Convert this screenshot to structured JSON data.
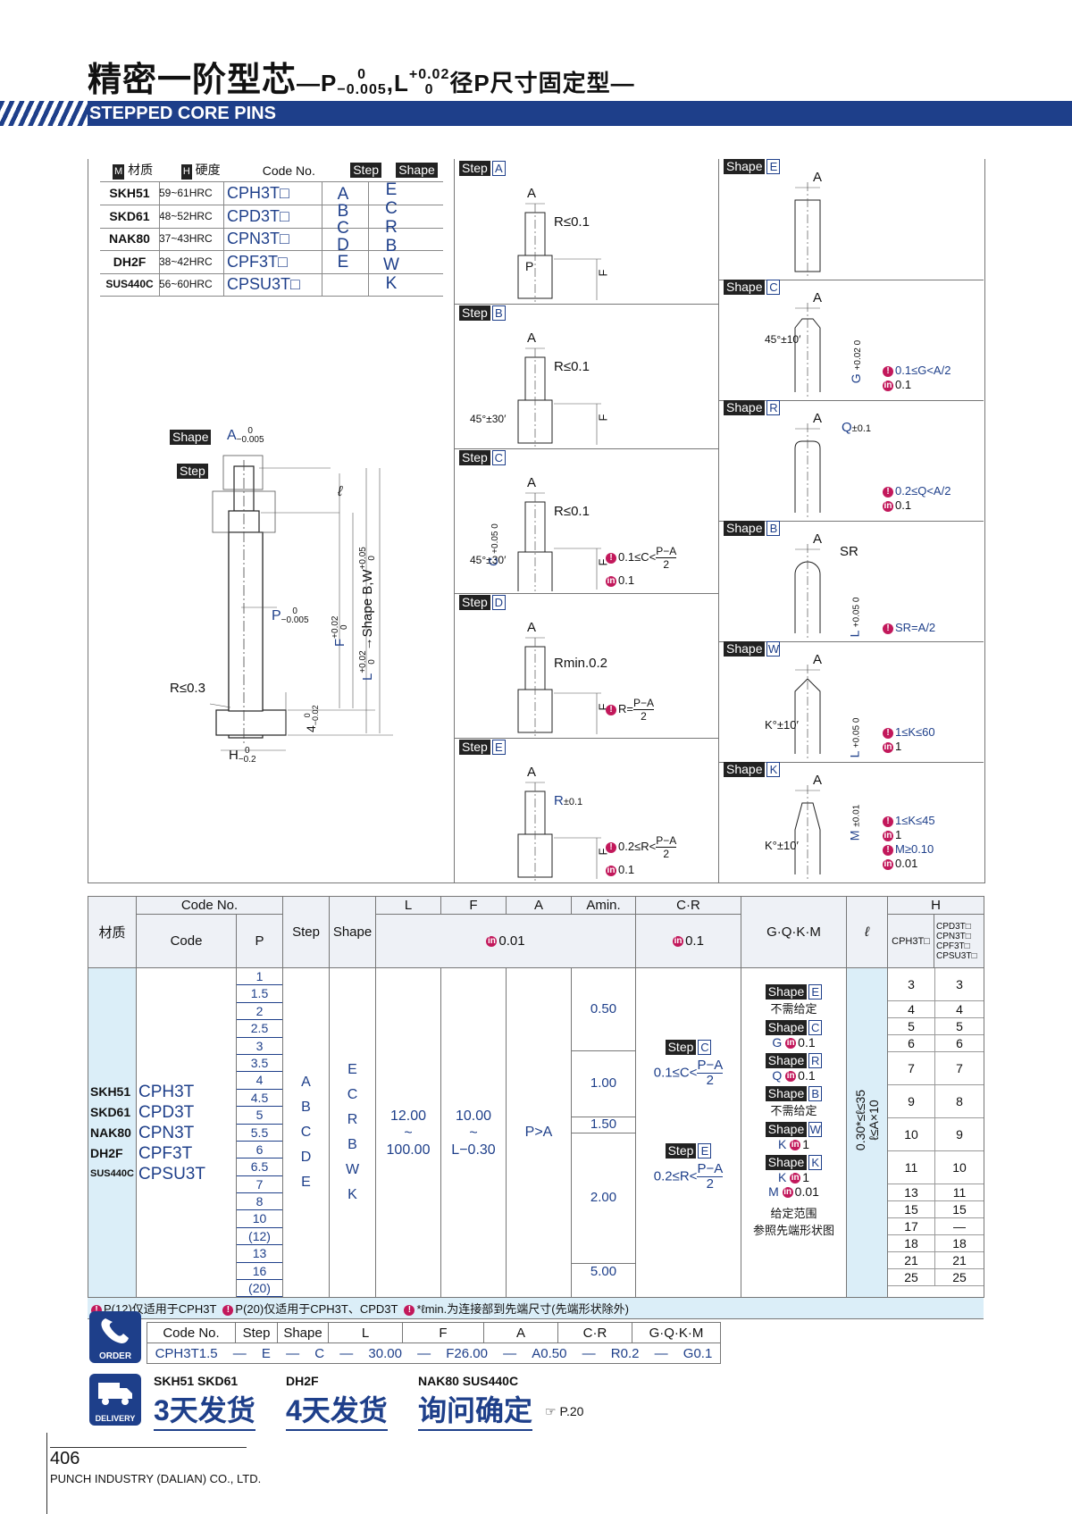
{
  "header": {
    "title_cn": "精密一阶型芯",
    "title_tol": "—P",
    "title_tol_sup": "0",
    "title_tol_sub": "−0.005",
    "title_l": ",L",
    "title_l_sup": "+0.02",
    "title_l_sub": "0",
    "title_rest": "径P尺寸固定型—",
    "band_label": "STEPPED CORE PINS"
  },
  "material_table": {
    "headers": [
      "材质",
      "硬度",
      "Code No.",
      "Step",
      "Shape"
    ],
    "header_icons": [
      "M",
      "H"
    ],
    "rows": [
      {
        "mat": "SKH51",
        "hard": "59~61HRC",
        "code": "CPH3T□"
      },
      {
        "mat": "SKD61",
        "hard": "48~52HRC",
        "code": "CPD3T□"
      },
      {
        "mat": "NAK80",
        "hard": "37~43HRC",
        "code": "CPN3T□"
      },
      {
        "mat": "DH2F",
        "hard": "38~42HRC",
        "code": "CPF3T□"
      },
      {
        "mat": "SUS440C",
        "hard": "56~60HRC",
        "code": "CPSU3T□"
      }
    ],
    "steps": [
      "A",
      "B",
      "C",
      "D",
      "E"
    ],
    "shapes": [
      "E",
      "C",
      "R",
      "B",
      "W",
      "K"
    ]
  },
  "main_drawing": {
    "shape_tag": "Shape",
    "step_tag": "Step",
    "a_label": "A",
    "a_tol_top": "0",
    "a_tol_bot": "−0.005",
    "p_label": "P",
    "p_tol_top": "0",
    "p_tol_bot": "−0.005",
    "l_small": "ℓ",
    "f_label": "F",
    "f_tol_top": "+0.02",
    "f_tol_bot": "0",
    "l_label": "L",
    "l_tol_top": "+0.02",
    "l_tol_bot": "0",
    "arrow_text": "→Shape B,W",
    "arrow_tol_top": "+0.05",
    "arrow_tol_bot": "0",
    "r_label": "R≤0.3",
    "h_label": "H",
    "h_tol_top": "0",
    "h_tol_bot": "−0.2",
    "t_label": "4",
    "t_tol_top": "0",
    "t_tol_bot": "−0.02"
  },
  "step_panels": [
    {
      "tag": "Step",
      "letter": "A",
      "label_a": "A",
      "label_r": "R≤0.1",
      "label_p": "P",
      "label_f": "F"
    },
    {
      "tag": "Step",
      "letter": "B",
      "label_a": "A",
      "label_r": "R≤0.1",
      "label_ang": "45°±30′",
      "label_f": "F"
    },
    {
      "tag": "Step",
      "letter": "C",
      "label_a": "A",
      "label_r": "R≤0.1",
      "label_c": "C",
      "label_c_tol": "+0.05 0",
      "label_ang": "45°±30′",
      "label_f": "F",
      "note1": "0.1≤C<",
      "note1_frac_top": "P−A",
      "note1_frac_bot": "2",
      "note2": "0.1"
    },
    {
      "tag": "Step",
      "letter": "D",
      "label_a": "A",
      "label_r": "Rmin.0.2",
      "label_f": "F",
      "note1": "R=",
      "note1_frac_top": "P−A",
      "note1_frac_bot": "2"
    },
    {
      "tag": "Step",
      "letter": "E",
      "label_a": "A",
      "label_r": "R",
      "label_r_tol": "±0.1",
      "label_f": "F",
      "note1": "0.2≤R<",
      "note1_frac_top": "P−A",
      "note1_frac_bot": "2",
      "note2": "0.1"
    }
  ],
  "shape_panels": [
    {
      "tag": "Shape",
      "letter": "E",
      "label_a": "A"
    },
    {
      "tag": "Shape",
      "letter": "C",
      "label_a": "A",
      "label_ang": "45°±10′",
      "label_g": "G",
      "label_g_tol": "+0.02 0",
      "note1": "0.1≤G<A/2",
      "note2": "0.1"
    },
    {
      "tag": "Shape",
      "letter": "R",
      "label_a": "A",
      "label_q": "Q",
      "label_q_tol": "±0.1",
      "note1": "0.2≤Q<A/2",
      "note2": "0.1"
    },
    {
      "tag": "Shape",
      "letter": "B",
      "label_a": "A",
      "label_sr": "SR",
      "label_l": "L",
      "label_l_tol": "+0.05 0",
      "note1": "SR=A/2"
    },
    {
      "tag": "Shape",
      "letter": "W",
      "label_a": "A",
      "label_k": "K°±10′",
      "label_l": "L",
      "label_l_tol": "+0.05 0",
      "note1": "1≤K≤60",
      "note2": "1"
    },
    {
      "tag": "Shape",
      "letter": "K",
      "label_a": "A",
      "label_k": "K°±10′",
      "label_m": "M",
      "label_m_tol": "±0.01",
      "note1": "1≤K≤45",
      "note2": "1",
      "note3": "M≥0.10",
      "note4": "0.01"
    }
  ],
  "main_table": {
    "h_material": "材质",
    "h_codeno": "Code No.",
    "h_code": "Code",
    "h_p": "P",
    "h_step": "Step",
    "h_shape": "Shape",
    "h_L": "L",
    "h_F": "F",
    "h_A": "A",
    "h_Amin": "Amin.",
    "h_CR": "C·R",
    "h_GQKM": "G·Q·K·M",
    "h_l": "ℓ",
    "h_H": "H",
    "h_inc1": "0.01",
    "h_inc2": "0.1",
    "h_h1": "CPH3T□",
    "h_h2": [
      "CPD3T□",
      "CPN3T□",
      "CPF3T□",
      "CPSU3T□"
    ],
    "materials": [
      "SKH51",
      "SKD61",
      "NAK80",
      "DH2F",
      "SUS440C"
    ],
    "codes": [
      "CPH3T",
      "CPD3T",
      "CPN3T",
      "CPF3T",
      "CPSU3T"
    ],
    "p_values": [
      "1",
      "1.5",
      "2",
      "2.5",
      "3",
      "3.5",
      "4",
      "4.5",
      "5",
      "5.5",
      "6",
      "6.5",
      "7",
      "8",
      "10",
      "(12)",
      "13",
      "16",
      "(20)"
    ],
    "steps": [
      "A",
      "B",
      "C",
      "D",
      "E"
    ],
    "shapes": [
      "E",
      "C",
      "R",
      "B",
      "W",
      "K"
    ],
    "L_range": [
      "12.00",
      "~",
      "100.00"
    ],
    "F_range": [
      "10.00",
      "~",
      "L−0.30"
    ],
    "A_value": "P>A",
    "amin": [
      "0.50",
      "1.00",
      "1.50",
      "2.00",
      "5.00"
    ],
    "cr_stepC_tag": "Step",
    "cr_stepC_letter": "C",
    "cr_stepC_text": "0.1≤C<",
    "cr_frac_top": "P−A",
    "cr_frac_bot": "2",
    "cr_stepE_tag": "Step",
    "cr_stepE_letter": "E",
    "cr_stepE_text": "0.2≤R<",
    "gqkm": [
      {
        "letter": "E",
        "text": "不需给定"
      },
      {
        "letter": "C",
        "text": "G",
        "val": "0.1"
      },
      {
        "letter": "R",
        "text": "Q",
        "val": "0.1"
      },
      {
        "letter": "B",
        "text": "不需给定"
      },
      {
        "letter": "W",
        "text": "K",
        "val": "1"
      },
      {
        "letter": "K",
        "text": "K",
        "val": "1",
        "text2": "M",
        "val2": "0.01"
      }
    ],
    "gqkm_foot1": "给定范围",
    "gqkm_foot2": "参照先端形状图",
    "l_range": "0.30*≤ℓ≤35",
    "l_range2": "ℓ≤A×10",
    "h_rows": [
      [
        "3",
        "3"
      ],
      [
        "4",
        "4"
      ],
      [
        "5",
        "5"
      ],
      [
        "6",
        "6"
      ],
      [
        "7",
        "7"
      ],
      [
        "9",
        "8"
      ],
      [
        "10",
        "9"
      ],
      [
        "11",
        "10"
      ],
      [
        "13",
        "11"
      ],
      [
        "15",
        "15"
      ],
      [
        "17",
        "—"
      ],
      [
        "18",
        "18"
      ],
      [
        "21",
        "21"
      ],
      [
        "25",
        "25"
      ]
    ],
    "foot1": "P(12)仅适用于CPH3T",
    "foot2": "P(20)仅适用于CPH3T、CPD3T",
    "foot3": "*ℓmin.为连接部到先端尺寸(先端形状除外)"
  },
  "order": {
    "label": "ORDER",
    "headers": [
      "Code No.",
      "Step",
      "Shape",
      "L",
      "F",
      "A",
      "C·R",
      "G·Q·K·M"
    ],
    "example": [
      "CPH3T1.5",
      "—",
      "E",
      "—",
      "C",
      "—",
      "30.00",
      "—",
      "F26.00",
      "—",
      "A0.50",
      "—",
      "R0.2",
      "—",
      "G0.1"
    ]
  },
  "delivery": {
    "label": "DELIVERY",
    "groups": [
      {
        "mats": "SKH51  SKD61",
        "text": "3天发货"
      },
      {
        "mats": "DH2F",
        "text": "4天发货"
      },
      {
        "mats": "NAK80  SUS440C",
        "text": "询问确定"
      }
    ],
    "ref": "☞ P.20"
  },
  "footer": {
    "page": "406",
    "company": "PUNCH INDUSTRY (DALIAN) CO., LTD."
  }
}
